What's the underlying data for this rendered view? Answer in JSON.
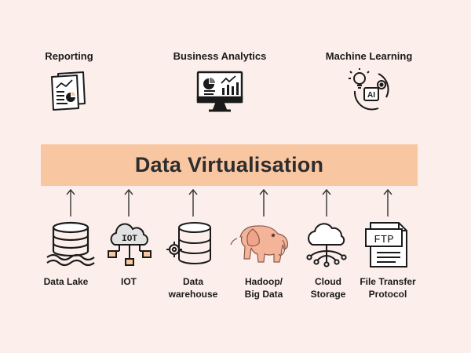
{
  "consumers": [
    {
      "label": "Reporting",
      "icon": "report-icon"
    },
    {
      "label": "Business Analytics",
      "icon": "analytics-monitor-icon"
    },
    {
      "label": "Machine Learning",
      "icon": "machine-learning-icon"
    }
  ],
  "banner": {
    "title": "Data Virtualisation",
    "color": "#f9c6a2"
  },
  "sources": [
    {
      "line1": "Data Lake",
      "line2": "",
      "icon": "data-lake-icon"
    },
    {
      "line1": "IOT",
      "line2": "",
      "icon": "iot-cloud-icon",
      "badge": "IOT"
    },
    {
      "line1": "Data",
      "line2": "warehouse",
      "icon": "data-warehouse-icon"
    },
    {
      "line1": "Hadoop/",
      "line2": "Big Data",
      "icon": "hadoop-elephant-icon"
    },
    {
      "line1": "Cloud",
      "line2": "Storage",
      "icon": "cloud-storage-icon"
    },
    {
      "line1": "File Transfer",
      "line2": "Protocol",
      "icon": "ftp-document-icon",
      "badge": "FTP"
    }
  ],
  "ml_badge": "AI",
  "colors": {
    "background": "#fcefeb",
    "elephant": "#f4b49a",
    "ink": "#1a1a1a"
  }
}
